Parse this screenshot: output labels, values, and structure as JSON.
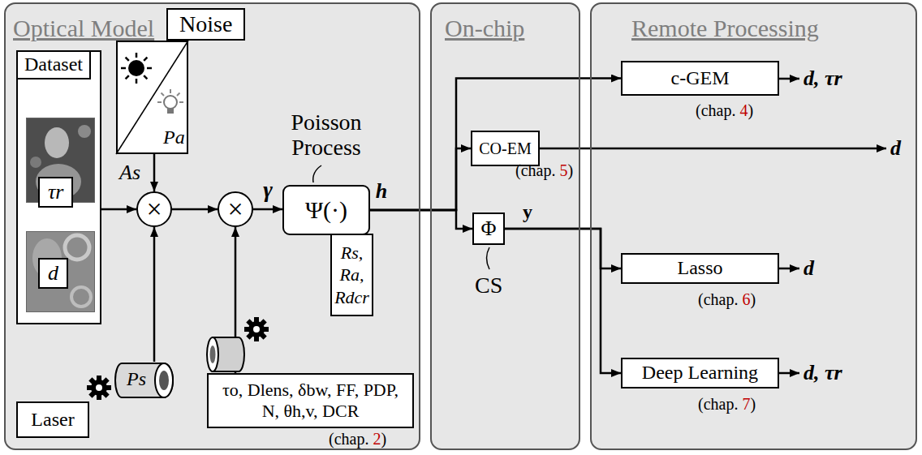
{
  "diagram": {
    "nodes": [
      {
        "text": [
          "Optical Model"
        ]
      },
      {
        "text": [
          "On-chip"
        ]
      },
      {
        "text": [
          "Remote Processing"
        ]
      },
      {
        "text": [
          "Dataset"
        ],
        "in": 0
      },
      {
        "text": [
          "τr"
        ],
        "in": 3
      },
      {
        "text": [
          "d"
        ],
        "in": 3
      },
      {
        "text": [
          "Noise",
          "Pa"
        ],
        "in": 0
      },
      {
        "text": [
          "×"
        ],
        "in": 0
      },
      {
        "text": [
          "×"
        ],
        "in": 0
      },
      {
        "text": [
          "Poisson Process",
          "Ψ(·)"
        ],
        "in": 0
      },
      {
        "text": [
          "Rs, Ra, Rdcr"
        ],
        "in": 0
      },
      {
        "text": [
          "Laser"
        ],
        "in": 0
      },
      {
        "text": [
          "Ps"
        ],
        "in": 0
      },
      {
        "text": [
          "τo, Dlens, δbw, FF, PDP, N, θh,v, DCR",
          "(chap. 2)"
        ],
        "in": 0
      },
      {
        "text": [
          "c-GEM",
          "(chap. 4)"
        ],
        "in": 2
      },
      {
        "text": [
          "CO-EM",
          "(chap. 5)"
        ],
        "in": 1
      },
      {
        "text": [
          "Φ"
        ],
        "in": 1
      },
      {
        "text": [
          "Lasso",
          "(chap. 6)"
        ],
        "in": 2
      },
      {
        "text": [
          "Deep Learning",
          "(chap. 7)"
        ],
        "in": 2
      }
    ],
    "edges": [
      {
        "from": 3,
        "to": 7,
        "arrow": "to"
      },
      {
        "from": 6,
        "to": 7,
        "label": "As",
        "arrow": "to"
      },
      {
        "from": 12,
        "to": 7,
        "arrow": "to"
      },
      {
        "from": 7,
        "to": 8,
        "arrow": "to"
      },
      {
        "from": 13,
        "to": 8,
        "arrow": "to"
      },
      {
        "from": 8,
        "to": 9,
        "label": "γ",
        "arrow": "to"
      },
      {
        "from": 9,
        "to": 14,
        "label": "h",
        "arrow": "to"
      },
      {
        "from": 9,
        "to": 15,
        "arrow": "to"
      },
      {
        "from": 9,
        "to": 16,
        "arrow": "to"
      },
      {
        "from": 16,
        "to": 17,
        "label": "y",
        "arrow": "to"
      },
      {
        "from": 16,
        "to": 18,
        "arrow": "to"
      }
    ],
    "labels": [
      "CS",
      "d, τr",
      "d",
      "d",
      "d, τr"
    ]
  }
}
